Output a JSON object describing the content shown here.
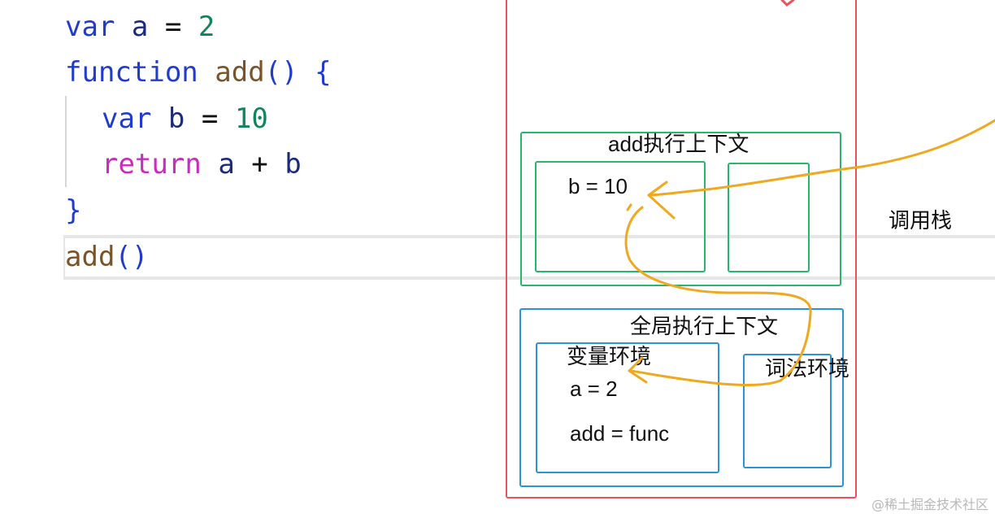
{
  "code": {
    "line1": {
      "kw": "var",
      "id": "a",
      "op": "=",
      "num": "2"
    },
    "line2": {
      "kw": "function",
      "fn": "add",
      "paren": "()",
      "brace": "{"
    },
    "line3": {
      "kw": "var",
      "id": "b",
      "op": "=",
      "num": "10"
    },
    "line4": {
      "kw": "return",
      "a": "a",
      "op": "+",
      "b": "b"
    },
    "line5": {
      "brace": "}"
    },
    "line6": {
      "fn": "add",
      "paren": "()"
    }
  },
  "diagram": {
    "add_context_title": "add执行上下文",
    "add_var_text": "b = 10",
    "call_stack_label": "调用栈",
    "global_context_title": "全局执行上下文",
    "var_env_title": "变量环境",
    "lex_env_title": "词法环境",
    "global_var_a": "a = 2",
    "global_var_add": "add = func"
  },
  "colors": {
    "stack": "#e8535f",
    "add_context": "#27b66a",
    "global_context": "#2b94d9",
    "arrow": "#f0a81e"
  },
  "watermark": "@稀土掘金技术社区"
}
